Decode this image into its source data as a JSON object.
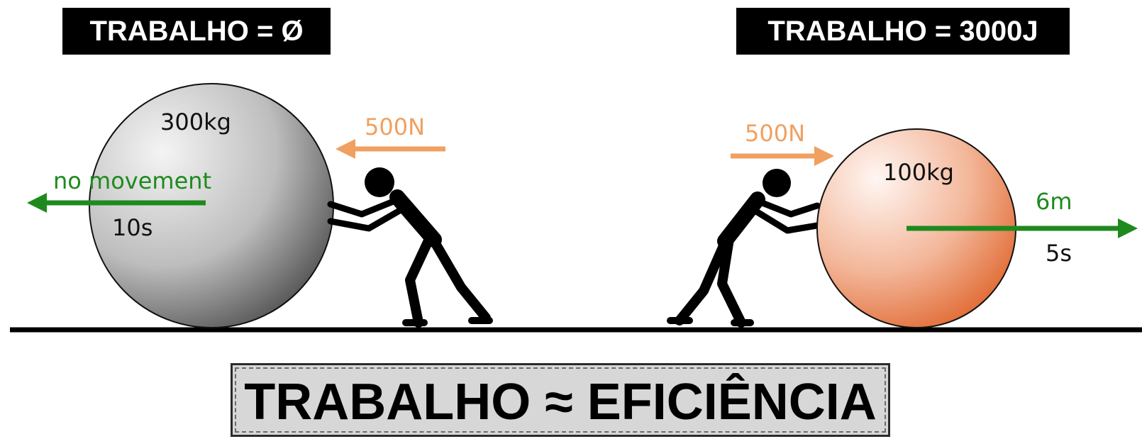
{
  "labels": {
    "left_work": "TRABALHO = Ø",
    "right_work": "TRABALHO = 3000J",
    "bottom": "TRABALHO ≈ EFICIÊNCIA"
  },
  "left_scene": {
    "mass": "300kg",
    "force": "500N",
    "movement": "no movement",
    "time": "10s"
  },
  "right_scene": {
    "mass": "100kg",
    "force": "500N",
    "distance": "6m",
    "time": "5s"
  },
  "colors": {
    "force_arrow": "#f0a060",
    "movement_arrow": "#1e8a1e",
    "left_ball_light": "#f4f4f4",
    "left_ball_dark": "#4a4a4a",
    "right_ball_light": "#fff6f2",
    "right_ball_dark": "#e06830"
  },
  "icons": {
    "person": "stick-figure-pushing"
  }
}
